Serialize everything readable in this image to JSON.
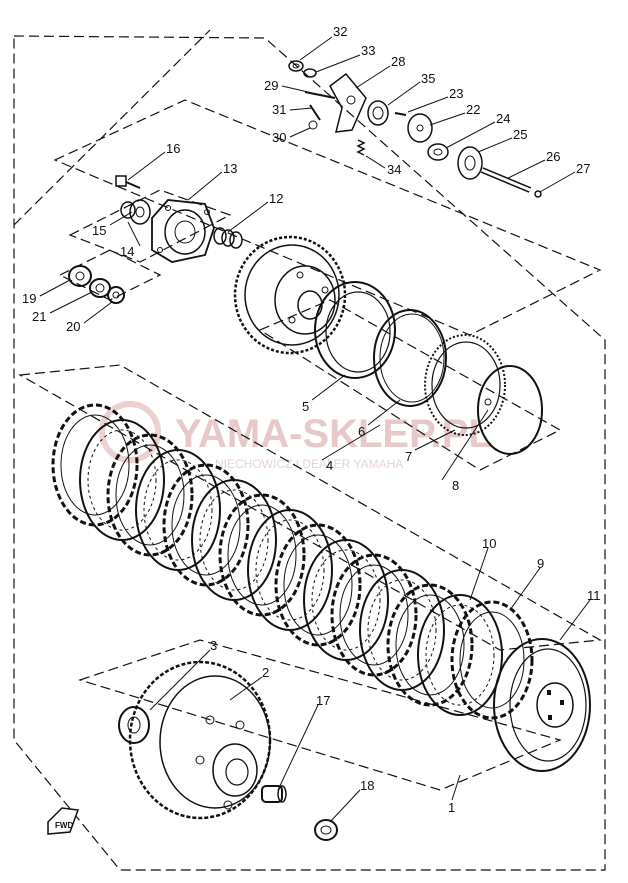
{
  "watermark": {
    "brand": "YAMA-SKLEP.PL",
    "tagline": "NIECHOWICZ I DEALER YAMAHA",
    "color": "#e7c9c9"
  },
  "fwd_badge": "FWD",
  "part_labels": {
    "p1": "1",
    "p2": "2",
    "p3": "3",
    "p4": "4",
    "p5": "5",
    "p6": "6",
    "p7": "7",
    "p8": "8",
    "p9": "9",
    "p10": "10",
    "p11": "11",
    "p12": "12",
    "p13": "13",
    "p14": "14",
    "p15": "15",
    "p16": "16",
    "p17": "17",
    "p18": "18",
    "p19": "19",
    "p20": "20",
    "p21": "21",
    "p22": "22",
    "p23": "23",
    "p24": "24",
    "p25": "25",
    "p26": "26",
    "p27": "27",
    "p28": "28",
    "p29": "29",
    "p30": "30",
    "p31": "31",
    "p32": "32",
    "p33": "33",
    "p34": "34",
    "p35": "35"
  }
}
